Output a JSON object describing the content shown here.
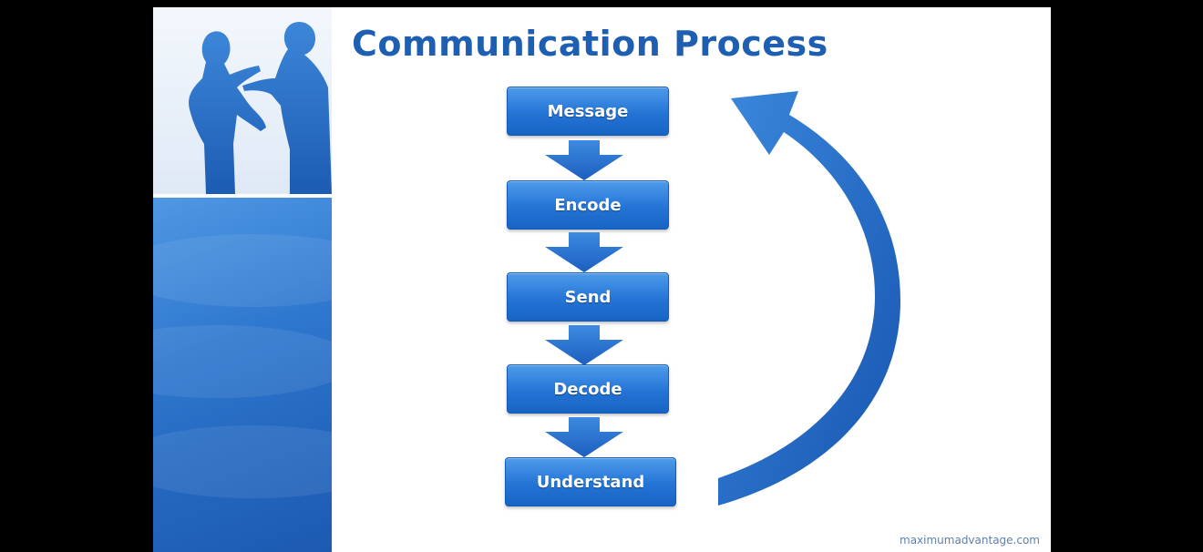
{
  "slide": {
    "title": "Communication Process",
    "watermark": "maximumadvantage.com"
  },
  "flow": {
    "steps": [
      "Message",
      "Encode",
      "Send",
      "Decode",
      "Understand"
    ]
  },
  "colors": {
    "title": "#1f5fb1",
    "box_fill": "#2474d6",
    "panel": "#2f78cf",
    "arrow": "#1e63bd"
  }
}
